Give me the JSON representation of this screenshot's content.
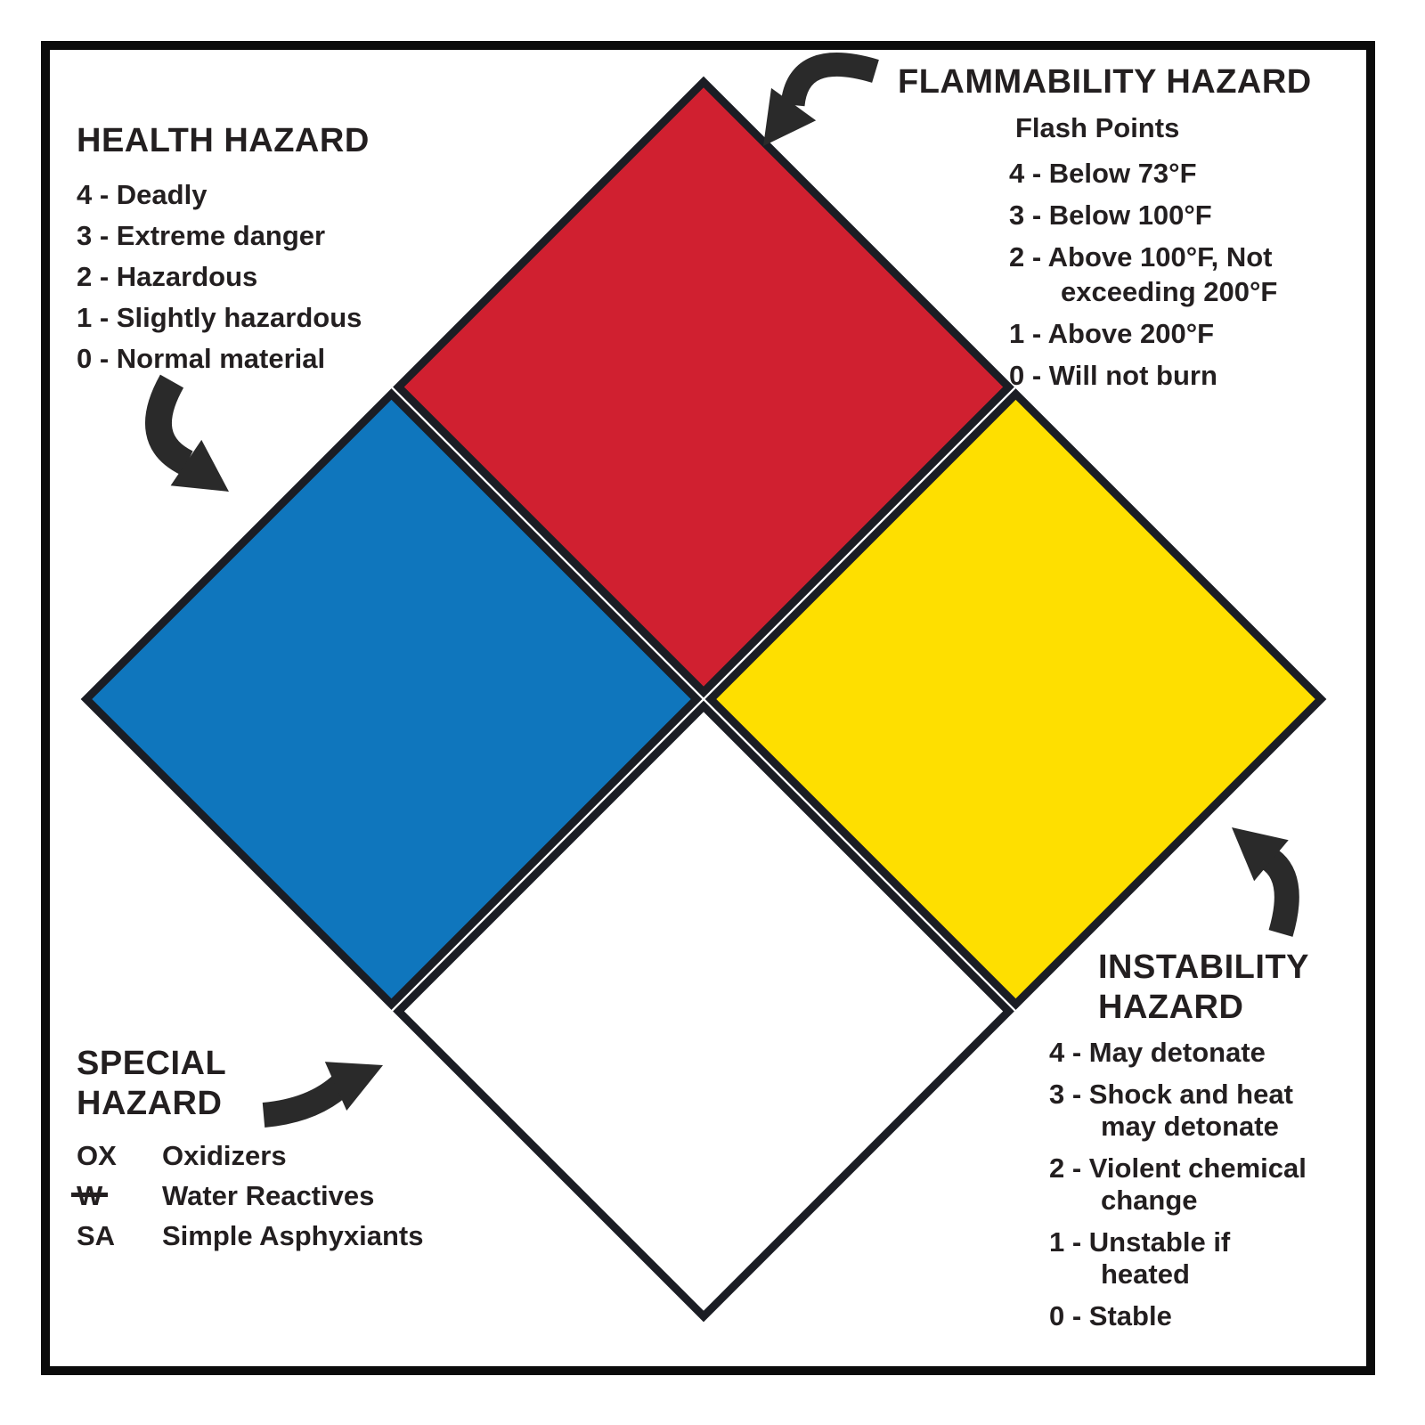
{
  "colors": {
    "red": "#d02030",
    "blue": "#0f76bd",
    "yellow": "#fedf00",
    "white": "#ffffff",
    "ink": "#2a2a2a"
  },
  "health": {
    "title": "HEALTH HAZARD",
    "items": [
      "4 - Deadly",
      "3 - Extreme danger",
      "2 - Hazardous",
      "1 - Slightly hazardous",
      "0 - Normal material"
    ]
  },
  "flammability": {
    "title": "FLAMMABILITY HAZARD",
    "subtitle": "Flash Points",
    "items": [
      "4 - Below 73°F",
      "3 - Below 100°F",
      "2 - Above 100°F, Not\nexceeding 200°F",
      "1 - Above 200°F",
      "0 - Will not burn"
    ]
  },
  "instability": {
    "title": "INSTABILITY\nHAZARD",
    "items": [
      "4 - May detonate",
      "3 - Shock and heat\nmay detonate",
      "2 - Violent chemical\nchange",
      "1 - Unstable if\nheated",
      "0 - Stable"
    ]
  },
  "special": {
    "title": "SPECIAL\nHAZARD",
    "items": [
      {
        "code": "OX",
        "strike": false,
        "desc": "Oxidizers"
      },
      {
        "code": "W",
        "strike": true,
        "desc": "Water Reactives"
      },
      {
        "code": "SA",
        "strike": false,
        "desc": "Simple Asphyxiants"
      }
    ]
  },
  "diamond": {
    "quadrants": {
      "top": "flammability",
      "left": "health",
      "right": "instability",
      "bottom": "special"
    }
  }
}
